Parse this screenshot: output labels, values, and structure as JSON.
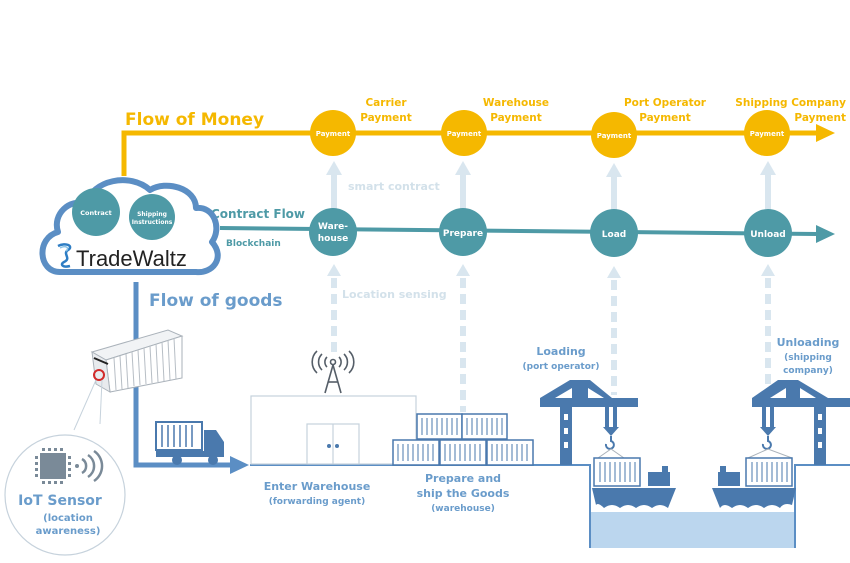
{
  "colors": {
    "money": "#F5B800",
    "contract": "#4E9AA6",
    "goods": "#5B8EC4",
    "goods_text": "#6A9CCB",
    "sensing": "#D9E6EF",
    "sensing_text": "#D3E1EA",
    "icon": "#4A79AD",
    "water": "#BBD6EE",
    "cloud_border": "#5B8EC4",
    "sensor_red": "#D22B2B",
    "chip": "#7A8A98"
  },
  "money_flow": {
    "title": "Flow of Money",
    "node_label": "Payment",
    "payments": [
      {
        "label_line1": "Carrier",
        "label_line2": "Payment"
      },
      {
        "label_line1": "Warehouse",
        "label_line2": "Payment"
      },
      {
        "label_line1": "Port Operator",
        "label_line2": "Payment"
      },
      {
        "label_line1": "Shipping Company",
        "label_line2": "Payment"
      }
    ]
  },
  "contract_flow": {
    "title": "Contract Flow",
    "subtitle": "Blockchain",
    "smart_contract_label": "smart contract",
    "nodes": [
      {
        "line1": "Ware-",
        "line2": "house"
      },
      {
        "line1": "Prepare",
        "line2": ""
      },
      {
        "line1": "Load",
        "line2": ""
      },
      {
        "line1": "Unload",
        "line2": ""
      }
    ]
  },
  "cloud": {
    "circle1": "Contract",
    "circle2_line1": "Shipping",
    "circle2_line2": "Instructions",
    "brand": "TradeWaltz"
  },
  "goods_flow": {
    "title": "Flow of goods",
    "location_sensing_label": "Location sensing",
    "stages": [
      {
        "line1": "Enter Warehouse",
        "line2": "(forwarding agent)",
        "line3": ""
      },
      {
        "line1": "Prepare and",
        "line2": "ship the Goods",
        "line3": "(warehouse)"
      },
      {
        "line1": "Loading",
        "line2": "(port operator)",
        "line3": ""
      },
      {
        "line1": "Unloading",
        "line2": "(shipping",
        "line3": "company)"
      }
    ]
  },
  "iot": {
    "title": "IoT Sensor",
    "line2": "(location",
    "line3": "awareness)"
  }
}
